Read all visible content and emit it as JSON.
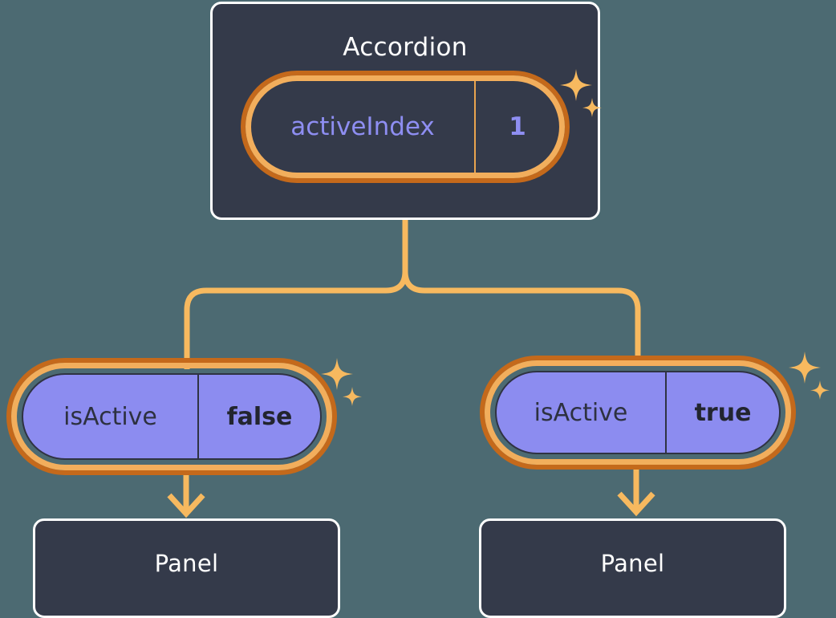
{
  "theme": {
    "background": "#4c6a72",
    "box_fill": "#343a4a",
    "box_border": "#ffffff",
    "ring_light": "#f2ae5c",
    "ring_dark": "#c4691b",
    "pill_fill_purple": "#8c8cf0",
    "accent_purple_text": "#8e8ef2",
    "dark_text": "#2d3140",
    "wire": "#f7b95f"
  },
  "diagram": {
    "type": "component-tree",
    "root": {
      "name": "accordion-component",
      "title": "Accordion",
      "hook": {
        "key": "activeIndex",
        "value": "1",
        "style": "dark"
      },
      "sparkle": "sparkle-icon"
    },
    "children": [
      {
        "name": "panel-left",
        "hook": {
          "key": "isActive",
          "value": "false",
          "style": "purple"
        },
        "sparkle": "sparkle-icon",
        "title": "Panel"
      },
      {
        "name": "panel-right",
        "hook": {
          "key": "isActive",
          "value": "true",
          "style": "purple"
        },
        "sparkle": "sparkle-icon",
        "title": "Panel"
      }
    ]
  }
}
